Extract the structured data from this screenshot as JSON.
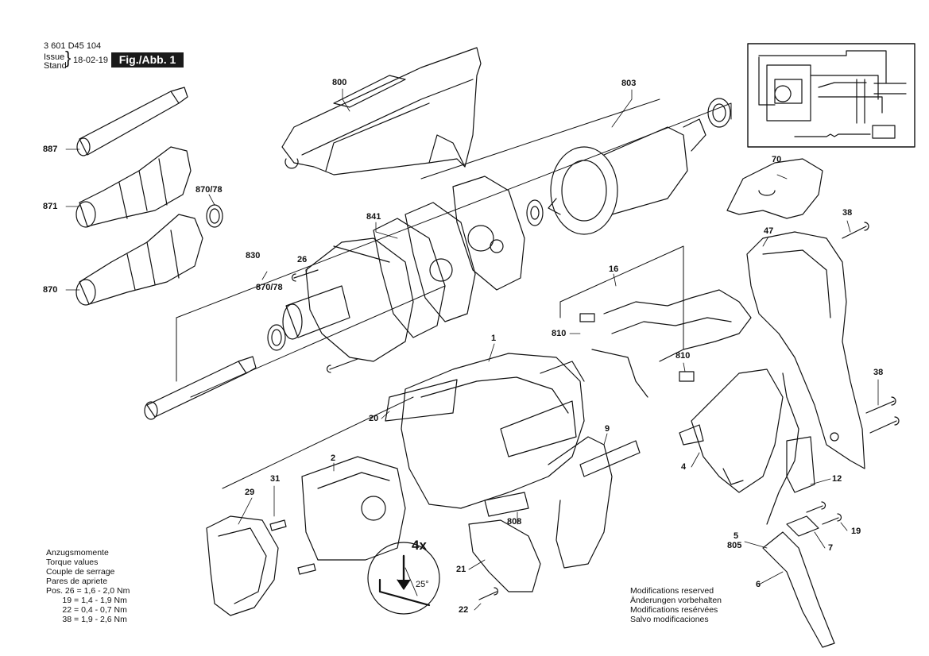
{
  "header": {
    "doc_number": "3 601 D45 104",
    "issue_label": "Issue",
    "stand_label": "Stand",
    "date": "18-02-19",
    "figure": "Fig./Abb. 1"
  },
  "parts": [
    {
      "ref": "800"
    },
    {
      "ref": "803"
    },
    {
      "ref": "887"
    },
    {
      "ref": "871"
    },
    {
      "ref": "870/78"
    },
    {
      "ref": "841"
    },
    {
      "ref": "830"
    },
    {
      "ref": "26"
    },
    {
      "ref": "870/78"
    },
    {
      "ref": "870"
    },
    {
      "ref": "70"
    },
    {
      "ref": "38"
    },
    {
      "ref": "47"
    },
    {
      "ref": "16"
    },
    {
      "ref": "810"
    },
    {
      "ref": "1"
    },
    {
      "ref": "810"
    },
    {
      "ref": "38"
    },
    {
      "ref": "20"
    },
    {
      "ref": "9"
    },
    {
      "ref": "2"
    },
    {
      "ref": "4"
    },
    {
      "ref": "31"
    },
    {
      "ref": "29"
    },
    {
      "ref": "12"
    },
    {
      "ref": "808"
    },
    {
      "ref": "5"
    },
    {
      "ref": "805"
    },
    {
      "ref": "19"
    },
    {
      "ref": "7"
    },
    {
      "ref": "21"
    },
    {
      "ref": "6"
    },
    {
      "ref": "22"
    }
  ],
  "mounting_hint": {
    "count": "4x",
    "angle": "25°"
  },
  "torque_notes": {
    "lines": [
      "Anzugsmomente",
      "Torque values",
      "Couple de serrage",
      "Pares de apriete"
    ],
    "values": [
      "Pos. 26 = 1,6 - 2,0 Nm",
      "       19 = 1,4 - 1,9 Nm",
      "       22 = 0,4 - 0,7 Nm",
      "       38 = 1,9 - 2,6 Nm"
    ]
  },
  "modifications": [
    "Modifications reserved",
    "Änderungen vorbehalten",
    "Modifications resérvées",
    "Salvo modificaciones"
  ]
}
